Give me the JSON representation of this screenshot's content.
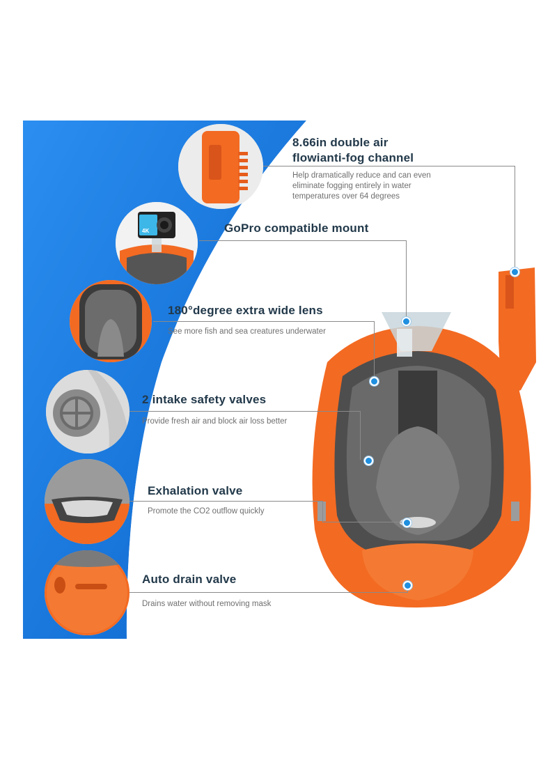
{
  "features": [
    {
      "title_lines": [
        "8.66in double air",
        "flowianti-fog channel"
      ],
      "description_lines": [
        "Help dramatically reduce and can even",
        "eliminate fogging entirely in water",
        "temperatures over 64 degrees"
      ]
    },
    {
      "title_lines": [
        "GoPro compatible mount"
      ],
      "description_lines": []
    },
    {
      "title_lines": [
        "180°degree extra wide lens"
      ],
      "description_lines": [
        "See more fish and sea creatures underwater"
      ]
    },
    {
      "title_lines": [
        "2 intake safety valves"
      ],
      "description_lines": [
        "Provide fresh air and block air loss better"
      ]
    },
    {
      "title_lines": [
        "Exhalation valve"
      ],
      "description_lines": [
        "Promote the CO2 outflow quickly"
      ]
    },
    {
      "title_lines": [
        "Auto drain valve"
      ],
      "description_lines": [
        "Drains water without removing mask"
      ]
    }
  ],
  "camera_badge": "4K",
  "colors": {
    "brand_blue": "#1d7fe0",
    "mask_orange": "#f36a22",
    "mask_gray": "#5f5f5f",
    "title_text": "#22394a",
    "desc_text": "#6f6f6f",
    "callout_dot": "#1f8fe0"
  },
  "icons": [
    "gopro-camera-icon",
    "callout-dot-icon"
  ]
}
